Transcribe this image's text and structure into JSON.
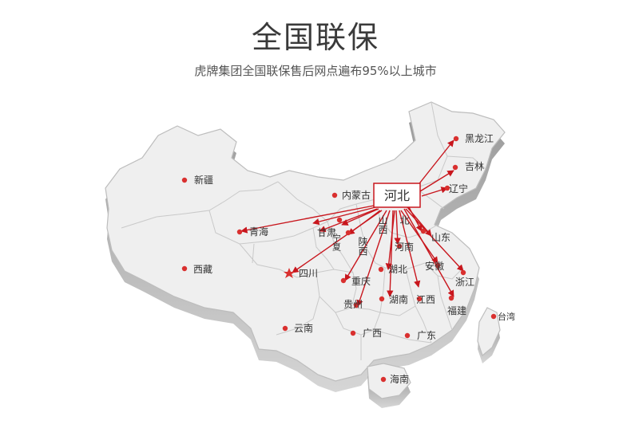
{
  "header": {
    "title": "全国联保",
    "subtitle": "虎牌集团全国联保售后网点遍布95%以上城市"
  },
  "map": {
    "hub": {
      "label": "河北"
    },
    "regions": [
      {
        "key": "heilongjiang",
        "label": "黑龙江"
      },
      {
        "key": "jilin",
        "label": "吉林"
      },
      {
        "key": "liaoning",
        "label": "辽宁"
      },
      {
        "key": "neimenggu",
        "label": "内蒙古"
      },
      {
        "key": "xinjiang",
        "label": "新疆"
      },
      {
        "key": "qinghai",
        "label": "青海"
      },
      {
        "key": "gansu",
        "label": "甘肃"
      },
      {
        "key": "ningxia",
        "label": "宁夏"
      },
      {
        "key": "shanxi",
        "label": "山西"
      },
      {
        "key": "beijing",
        "label": "北"
      },
      {
        "key": "shandong",
        "label": "山东"
      },
      {
        "key": "henan",
        "label": "河南"
      },
      {
        "key": "shaanxi",
        "label": "陕西"
      },
      {
        "key": "xizang",
        "label": "西藏"
      },
      {
        "key": "sichuan",
        "label": "四川"
      },
      {
        "key": "chongqing",
        "label": "重庆"
      },
      {
        "key": "hubei",
        "label": "湖北"
      },
      {
        "key": "anhui",
        "label": "安徽"
      },
      {
        "key": "zhejiang",
        "label": "浙江"
      },
      {
        "key": "guizhou",
        "label": "贵州"
      },
      {
        "key": "hunan",
        "label": "湖南"
      },
      {
        "key": "jiangxi",
        "label": "江西"
      },
      {
        "key": "fujian",
        "label": "福建"
      },
      {
        "key": "taiwan",
        "label": "台湾"
      },
      {
        "key": "yunnan",
        "label": "云南"
      },
      {
        "key": "guangxi",
        "label": "广西"
      },
      {
        "key": "guangdong",
        "label": "广东"
      },
      {
        "key": "hainan",
        "label": "海南"
      }
    ],
    "colors": {
      "arrow": "#c8161d",
      "dot": "#d9302f",
      "land": "#efefef",
      "border": "#c9c9c9"
    }
  }
}
